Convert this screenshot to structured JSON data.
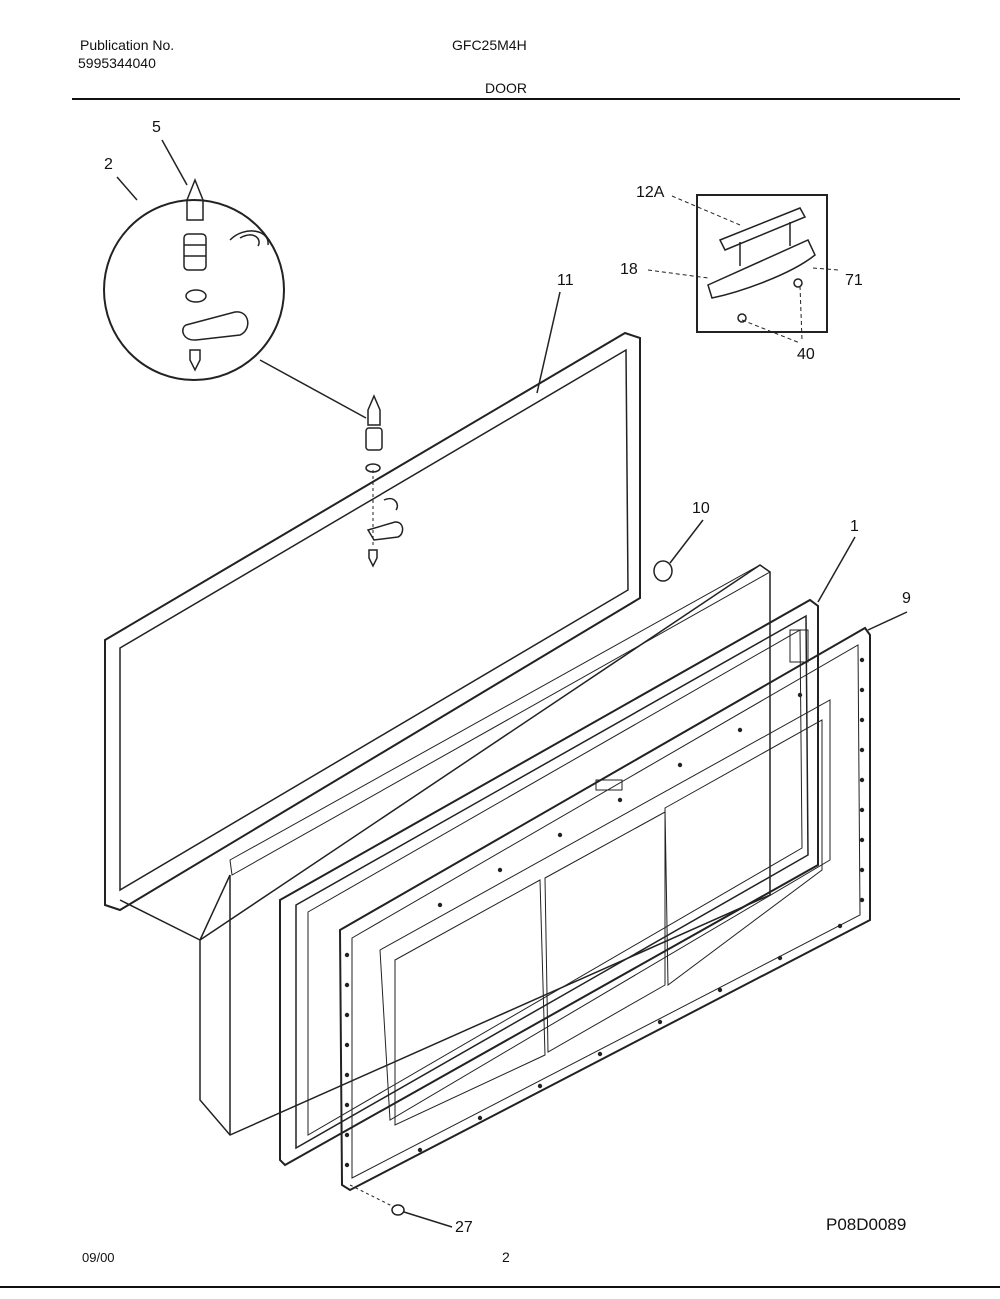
{
  "header": {
    "publication_label": "Publication No.",
    "publication_number": "5995344040",
    "model": "GFC25M4H",
    "section": "DOOR"
  },
  "callouts": {
    "c5": "5",
    "c2": "2",
    "c12a": "12A",
    "c18": "18",
    "c71": "71",
    "c40": "40",
    "c11": "11",
    "c10": "10",
    "c1": "1",
    "c9": "9",
    "c27": "27"
  },
  "footer": {
    "drawing_code": "P08D0089",
    "date": "09/00",
    "page": "2"
  }
}
